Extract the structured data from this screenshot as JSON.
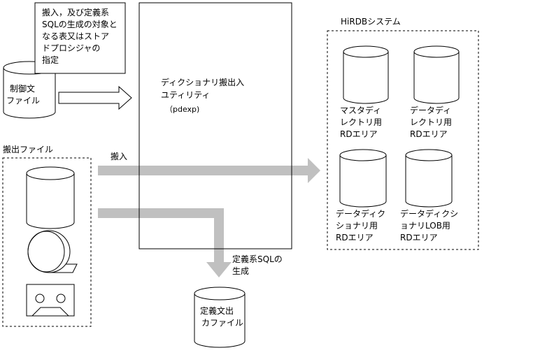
{
  "note_box": {
    "lines": [
      "搬入，及び定義系",
      "SQLの生成の対象と",
      "なる表又はストア",
      "ドプロシジャの",
      "指定"
    ]
  },
  "control_file": {
    "lines": [
      "制御文",
      "ファイル"
    ]
  },
  "utility": {
    "lines": [
      "ディクショナリ搬出入",
      "ユティリティ",
      "（pdexp)"
    ]
  },
  "export_file": {
    "title": "搬出ファイル"
  },
  "hirdb": {
    "title": "HiRDBシステム",
    "areas": [
      {
        "lines": [
          "マスタディ",
          "レクトリ用",
          "RDエリア"
        ]
      },
      {
        "lines": [
          "データディ",
          "レクトリ用",
          "RDエリア"
        ]
      },
      {
        "lines": [
          "データディク",
          "ショナリ用",
          "RDエリア"
        ]
      },
      {
        "lines": [
          "データディクシ",
          "ョナリLOB用",
          "RDエリア"
        ]
      }
    ]
  },
  "import_label": "搬入",
  "sql_gen": {
    "lines": [
      "定義系SQLの",
      "生成"
    ]
  },
  "def_file": {
    "lines": [
      "定義文出",
      "カファイル"
    ]
  }
}
